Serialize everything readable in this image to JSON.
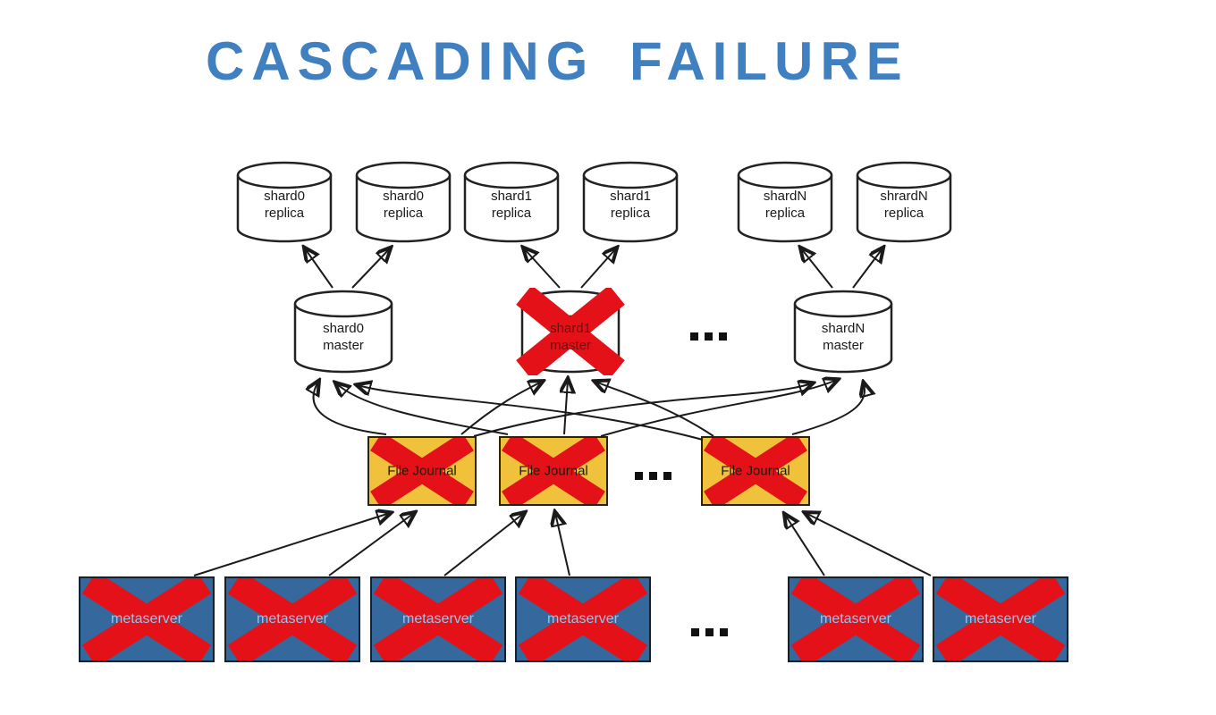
{
  "title": "CASCADING FAILURE",
  "colors": {
    "title_blue": "#4080c0",
    "failure_red": "#e41118",
    "journal_yellow": "#f0c13a",
    "metaserver_blue": "#35689c",
    "metaserver_text": "#9fc0e4",
    "line_black": "#1a1a1a"
  },
  "ellipsis": "...",
  "replicas": [
    {
      "line1": "shard0",
      "line2": "replica"
    },
    {
      "line1": "shard0",
      "line2": "replica"
    },
    {
      "line1": "shard1",
      "line2": "replica"
    },
    {
      "line1": "shard1",
      "line2": "replica"
    },
    {
      "line1": "shardN",
      "line2": "replica"
    },
    {
      "line1": "shrardN",
      "line2": "replica"
    }
  ],
  "masters": [
    {
      "line1": "shard0",
      "line2": "master",
      "failed": false
    },
    {
      "line1": "shard1",
      "line2": "master",
      "failed": true
    },
    {
      "line1": "shardN",
      "line2": "master",
      "failed": false
    }
  ],
  "journals": [
    {
      "label": "File Journal",
      "failed": true
    },
    {
      "label": "File Journal",
      "failed": true
    },
    {
      "label": "File Journal",
      "failed": true
    }
  ],
  "metaservers": [
    {
      "label": "metaserver",
      "failed": true
    },
    {
      "label": "metaserver",
      "failed": true
    },
    {
      "label": "metaserver",
      "failed": true
    },
    {
      "label": "metaserver",
      "failed": true
    },
    {
      "label": "metaserver",
      "failed": true
    },
    {
      "label": "metaserver",
      "failed": true
    }
  ]
}
